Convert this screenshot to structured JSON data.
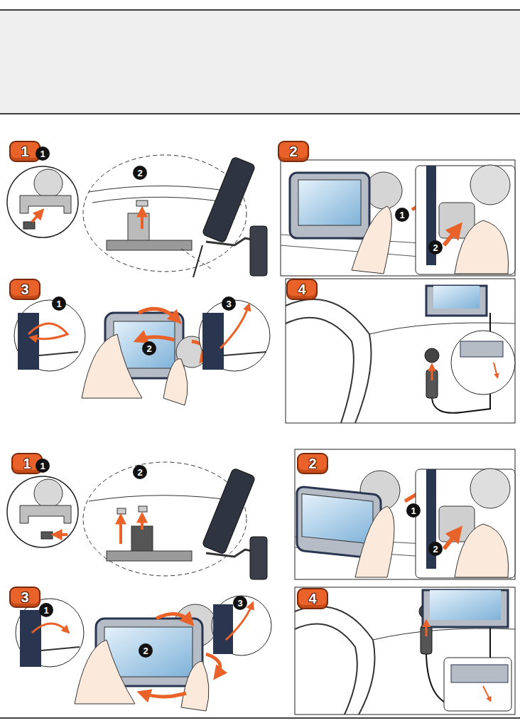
{
  "diagram": {
    "nodes": [
      {
        "text": [
          "1"
        ]
      },
      {
        "text": [
          "1"
        ]
      },
      {
        "text": [
          "2"
        ]
      },
      {
        "text": [
          "2"
        ]
      },
      {
        "text": [
          "1"
        ]
      },
      {
        "text": [
          "2"
        ]
      },
      {
        "text": [
          "3"
        ]
      },
      {
        "text": [
          "1"
        ]
      },
      {
        "text": [
          "2"
        ]
      },
      {
        "text": [
          "3"
        ]
      },
      {
        "text": [
          "4"
        ]
      },
      {
        "text": [
          "1"
        ]
      },
      {
        "text": [
          "1"
        ]
      },
      {
        "text": [
          "2"
        ]
      },
      {
        "text": [
          "2"
        ]
      },
      {
        "text": [
          "1"
        ]
      },
      {
        "text": [
          "2"
        ]
      },
      {
        "text": [
          "3"
        ]
      },
      {
        "text": [
          "1"
        ]
      },
      {
        "text": [
          "2"
        ]
      },
      {
        "text": [
          "3"
        ]
      },
      {
        "text": [
          "4"
        ]
      }
    ]
  }
}
